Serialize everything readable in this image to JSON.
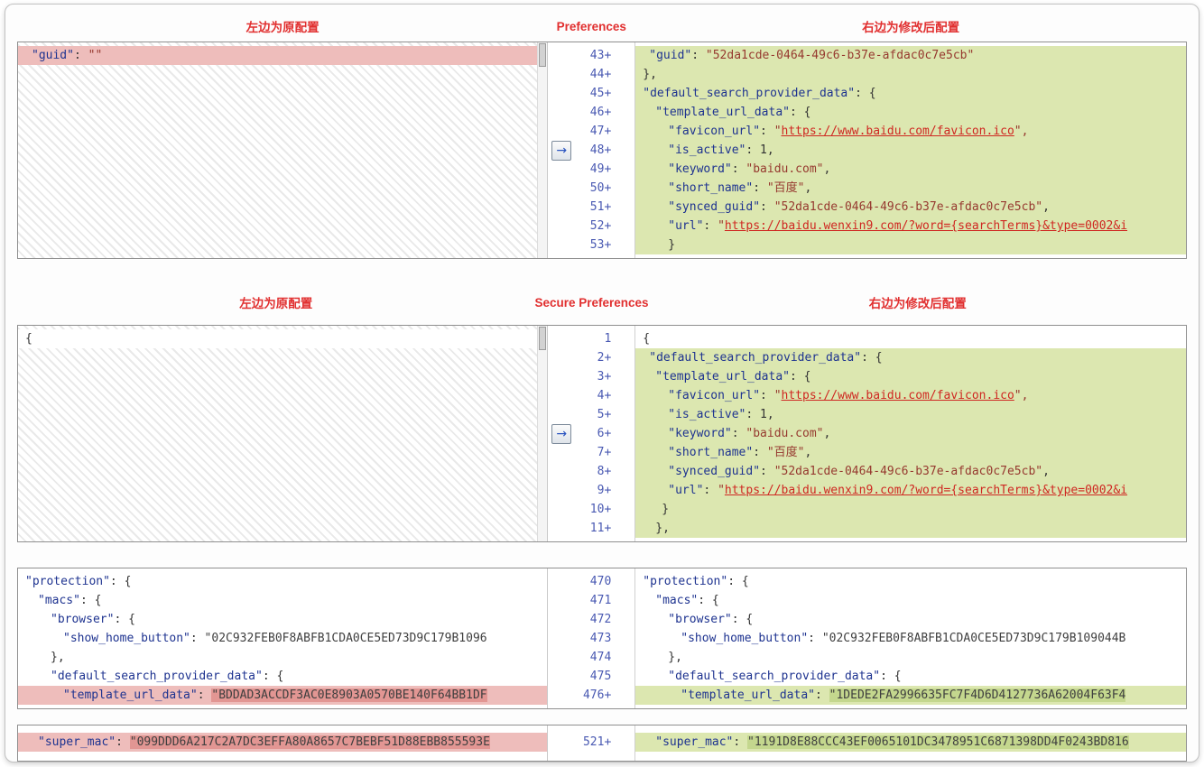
{
  "icons": {
    "merge_arrow": "→"
  },
  "colors": {
    "header_red": "#e12f2f",
    "line_number_blue": "#4959b2",
    "key_blue": "#1e3390",
    "string_red": "#96392f",
    "link_red": "#cf2721",
    "added_bg": "#dce7b0",
    "added_mark": "#c4d78e",
    "removed_bg": "#eebdbb",
    "removed_mark": "#e29693"
  },
  "panels": [
    {
      "id": "preferences",
      "header": {
        "left": "左边为原配置",
        "center": "Preferences",
        "right": "右边为修改后配置"
      },
      "left_lines": [
        {
          "bg": "rem",
          "ind": 1,
          "tok": [
            [
              "k",
              "\"guid\""
            ],
            [
              "p",
              ": "
            ],
            [
              "s",
              "\"\""
            ]
          ]
        }
      ],
      "gutter": [
        "43+",
        "44+",
        "45+",
        "46+",
        "47+",
        "48+",
        "49+",
        "50+",
        "51+",
        "52+",
        "53+"
      ],
      "right_lines": [
        {
          "bg": "add",
          "ind": 1,
          "tok": [
            [
              "k",
              "\"guid\""
            ],
            [
              "p",
              ": "
            ],
            [
              "s",
              "\"52da1cde-0464-49c6-b37e-afdac0c7e5cb\""
            ]
          ]
        },
        {
          "bg": "add",
          "ind": 0,
          "tok": [
            [
              "p",
              "},"
            ]
          ]
        },
        {
          "bg": "add",
          "ind": 0,
          "tok": [
            [
              "k",
              "\"default_search_provider_data\""
            ],
            [
              "p",
              ": {"
            ]
          ]
        },
        {
          "bg": "add",
          "ind": 2,
          "tok": [
            [
              "k",
              "\"template_url_data\""
            ],
            [
              "p",
              ": {"
            ]
          ]
        },
        {
          "bg": "add",
          "ind": 4,
          "tok": [
            [
              "k",
              "\"favicon_url\""
            ],
            [
              "p",
              ": "
            ],
            [
              "s",
              "\""
            ],
            [
              "u",
              "https://www.baidu.com/favicon.ico"
            ],
            [
              "s",
              "\","
            ]
          ]
        },
        {
          "bg": "add",
          "ind": 4,
          "tok": [
            [
              "k",
              "\"is_active\""
            ],
            [
              "p",
              ": "
            ],
            [
              "n",
              "1"
            ],
            [
              "p",
              ","
            ]
          ]
        },
        {
          "bg": "add",
          "ind": 4,
          "tok": [
            [
              "k",
              "\"keyword\""
            ],
            [
              "p",
              ": "
            ],
            [
              "s",
              "\"baidu.com\""
            ],
            [
              "p",
              ","
            ]
          ]
        },
        {
          "bg": "add",
          "ind": 4,
          "tok": [
            [
              "k",
              "\"short_name\""
            ],
            [
              "p",
              ": "
            ],
            [
              "s",
              "\"百度\""
            ],
            [
              "p",
              ","
            ]
          ]
        },
        {
          "bg": "add",
          "ind": 4,
          "tok": [
            [
              "k",
              "\"synced_guid\""
            ],
            [
              "p",
              ": "
            ],
            [
              "s",
              "\"52da1cde-0464-49c6-b37e-afdac0c7e5cb\""
            ],
            [
              "p",
              ","
            ]
          ]
        },
        {
          "bg": "add",
          "ind": 4,
          "tok": [
            [
              "k",
              "\"url\""
            ],
            [
              "p",
              ": "
            ],
            [
              "s",
              "\""
            ],
            [
              "u",
              "https://baidu.wenxin9.com/?word={searchTerms}&type=0002&i"
            ]
          ]
        },
        {
          "bg": "add",
          "ind": 4,
          "tok": [
            [
              "p",
              "}"
            ]
          ]
        }
      ]
    },
    {
      "id": "secure-preferences",
      "header": {
        "left": "左边为原配置",
        "center": "Secure Preferences",
        "right": "右边为修改后配置"
      },
      "left_lines": [
        {
          "bg": "none",
          "ind": 0,
          "tok": [
            [
              "p",
              "{"
            ]
          ]
        }
      ],
      "gutter": [
        "1",
        "2+",
        "3+",
        "4+",
        "5+",
        "6+",
        "7+",
        "8+",
        "9+",
        "10+",
        "11+"
      ],
      "right_lines": [
        {
          "bg": "none",
          "ind": 0,
          "tok": [
            [
              "p",
              "{"
            ]
          ]
        },
        {
          "bg": "add",
          "ind": 1,
          "tok": [
            [
              "k",
              "\"default_search_provider_data\""
            ],
            [
              "p",
              ": {"
            ]
          ]
        },
        {
          "bg": "add",
          "ind": 2,
          "tok": [
            [
              "k",
              "\"template_url_data\""
            ],
            [
              "p",
              ": {"
            ]
          ]
        },
        {
          "bg": "add",
          "ind": 4,
          "tok": [
            [
              "k",
              "\"favicon_url\""
            ],
            [
              "p",
              ": "
            ],
            [
              "s",
              "\""
            ],
            [
              "u",
              "https://www.baidu.com/favicon.ico"
            ],
            [
              "s",
              "\","
            ]
          ]
        },
        {
          "bg": "add",
          "ind": 4,
          "tok": [
            [
              "k",
              "\"is_active\""
            ],
            [
              "p",
              ": "
            ],
            [
              "n",
              "1"
            ],
            [
              "p",
              ","
            ]
          ]
        },
        {
          "bg": "add",
          "ind": 4,
          "tok": [
            [
              "k",
              "\"keyword\""
            ],
            [
              "p",
              ": "
            ],
            [
              "s",
              "\"baidu.com\""
            ],
            [
              "p",
              ","
            ]
          ]
        },
        {
          "bg": "add",
          "ind": 4,
          "tok": [
            [
              "k",
              "\"short_name\""
            ],
            [
              "p",
              ": "
            ],
            [
              "s",
              "\"百度\""
            ],
            [
              "p",
              ","
            ]
          ]
        },
        {
          "bg": "add",
          "ind": 4,
          "tok": [
            [
              "k",
              "\"synced_guid\""
            ],
            [
              "p",
              ": "
            ],
            [
              "s",
              "\"52da1cde-0464-49c6-b37e-afdac0c7e5cb\""
            ],
            [
              "p",
              ","
            ]
          ]
        },
        {
          "bg": "add",
          "ind": 4,
          "tok": [
            [
              "k",
              "\"url\""
            ],
            [
              "p",
              ": "
            ],
            [
              "s",
              "\""
            ],
            [
              "u",
              "https://baidu.wenxin9.com/?word={searchTerms}&type=0002&i"
            ]
          ]
        },
        {
          "bg": "add",
          "ind": 3,
          "tok": [
            [
              "p",
              "}"
            ]
          ]
        },
        {
          "bg": "add",
          "ind": 2,
          "tok": [
            [
              "p",
              "},"
            ]
          ]
        }
      ]
    },
    {
      "id": "protection-macs",
      "left_lines": [
        {
          "bg": "none",
          "ind": 0,
          "tok": [
            [
              "k",
              "\"protection\""
            ],
            [
              "p",
              ": {"
            ]
          ]
        },
        {
          "bg": "none",
          "ind": 2,
          "tok": [
            [
              "k",
              "\"macs\""
            ],
            [
              "p",
              ": {"
            ]
          ]
        },
        {
          "bg": "none",
          "ind": 4,
          "tok": [
            [
              "k",
              "\"browser\""
            ],
            [
              "p",
              ": {"
            ]
          ]
        },
        {
          "bg": "none",
          "ind": 6,
          "tok": [
            [
              "k",
              "\"show_home_button\""
            ],
            [
              "p",
              ": "
            ],
            [
              "h",
              "\"02C932FEB0F8ABFB1CDA0CE5ED73D9C179B1096"
            ]
          ]
        },
        {
          "bg": "none",
          "ind": 4,
          "tok": [
            [
              "p",
              "},"
            ]
          ]
        },
        {
          "bg": "none",
          "ind": 4,
          "tok": [
            [
              "k",
              "\"default_search_provider_data\""
            ],
            [
              "p",
              ": {"
            ]
          ]
        },
        {
          "bg": "rem",
          "ind": 6,
          "tok": [
            [
              "k",
              "\"template_url_data\""
            ],
            [
              "p",
              ": "
            ],
            [
              "h",
              "\"BDDAD3ACCDF3AC0E8903A0570BE140F64BB1DF",
              "r"
            ]
          ]
        }
      ],
      "gutter": [
        "470",
        "471",
        "472",
        "473",
        "474",
        "475",
        "476+"
      ],
      "right_lines": [
        {
          "bg": "none",
          "ind": 0,
          "tok": [
            [
              "k",
              "\"protection\""
            ],
            [
              "p",
              ": {"
            ]
          ]
        },
        {
          "bg": "none",
          "ind": 2,
          "tok": [
            [
              "k",
              "\"macs\""
            ],
            [
              "p",
              ": {"
            ]
          ]
        },
        {
          "bg": "none",
          "ind": 4,
          "tok": [
            [
              "k",
              "\"browser\""
            ],
            [
              "p",
              ": {"
            ]
          ]
        },
        {
          "bg": "none",
          "ind": 6,
          "tok": [
            [
              "k",
              "\"show_home_button\""
            ],
            [
              "p",
              ": "
            ],
            [
              "h",
              "\"02C932FEB0F8ABFB1CDA0CE5ED73D9C179B109044B"
            ]
          ]
        },
        {
          "bg": "none",
          "ind": 4,
          "tok": [
            [
              "p",
              "},"
            ]
          ]
        },
        {
          "bg": "none",
          "ind": 4,
          "tok": [
            [
              "k",
              "\"default_search_provider_data\""
            ],
            [
              "p",
              ": {"
            ]
          ]
        },
        {
          "bg": "add",
          "ind": 6,
          "tok": [
            [
              "k",
              "\"template_url_data\""
            ],
            [
              "p",
              ": "
            ],
            [
              "h",
              "\"1DEDE2FA2996635FC7F4D6D4127736A62004F63F4",
              "a"
            ]
          ]
        }
      ]
    },
    {
      "id": "super-mac",
      "left_lines": [
        {
          "bg": "rem",
          "ind": 2,
          "tok": [
            [
              "k",
              "\"super_mac\""
            ],
            [
              "p",
              ": "
            ],
            [
              "h",
              "\"099DDD6A217C2A7DC3EFFA80A8657C7BEBF51D88EBB855593E",
              "r"
            ]
          ]
        }
      ],
      "gutter": [
        "521+"
      ],
      "right_lines": [
        {
          "bg": "add",
          "ind": 2,
          "tok": [
            [
              "k",
              "\"super_mac\""
            ],
            [
              "p",
              ": "
            ],
            [
              "h",
              "\"1191D8E88CCC43EF0065101DC3478951C6871398DD4F0243BD816",
              "a"
            ]
          ]
        }
      ]
    }
  ]
}
